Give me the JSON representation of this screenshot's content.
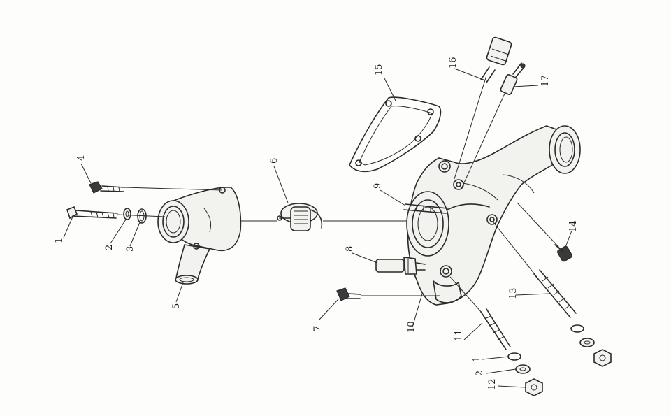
{
  "diagram": {
    "callouts": [
      {
        "id": "c1",
        "text": "1"
      },
      {
        "id": "c2",
        "text": "2"
      },
      {
        "id": "c3",
        "text": "3"
      },
      {
        "id": "c4",
        "text": "4"
      },
      {
        "id": "c5",
        "text": "5"
      },
      {
        "id": "c6",
        "text": "6"
      },
      {
        "id": "c7",
        "text": "7"
      },
      {
        "id": "c8",
        "text": "8"
      },
      {
        "id": "c9",
        "text": "9"
      },
      {
        "id": "c10",
        "text": "10"
      },
      {
        "id": "c11",
        "text": "11"
      },
      {
        "id": "c1b",
        "text": "1"
      },
      {
        "id": "c2b",
        "text": "2"
      },
      {
        "id": "c12",
        "text": "12"
      },
      {
        "id": "c13",
        "text": "13"
      },
      {
        "id": "c14",
        "text": "14"
      },
      {
        "id": "c15",
        "text": "15"
      },
      {
        "id": "c16",
        "text": "16"
      },
      {
        "id": "c17",
        "text": "17"
      }
    ]
  }
}
